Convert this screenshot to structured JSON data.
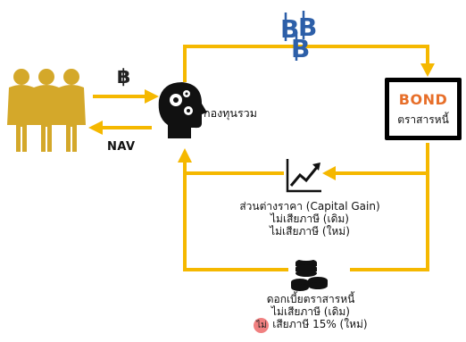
{
  "diagram": {
    "fund_label": "กองทุนรวม",
    "nav_label": "NAV",
    "investor_coin_symbol": "฿",
    "bond_title": "BOND",
    "bond_subtitle": "ตราสารหนี้",
    "capital_gain": {
      "title": "ส่วนต่างราคา (Capital Gain)",
      "line_old": "ไม่เสียภาษี (เดิม)",
      "line_new": "ไม่เสียภาษี (ใหม่)"
    },
    "interest": {
      "title": "ดอกเบี้ยตราสารหนี้",
      "line_old": "ไม่เสียภาษี (เดิม)",
      "line_new_prefix": "ไม่",
      "line_new_rest": "เสียภาษี 15% (ใหม่)"
    },
    "colors": {
      "arrow": "#f5b800",
      "people": "#d4a82a",
      "bond_title": "#e76f2a",
      "highlight": "#f08080"
    },
    "icons": [
      "people-group-icon",
      "gears-head-icon",
      "bitcoin-stack-icon",
      "rising-chart-icon",
      "coin-stack-icon"
    ]
  }
}
